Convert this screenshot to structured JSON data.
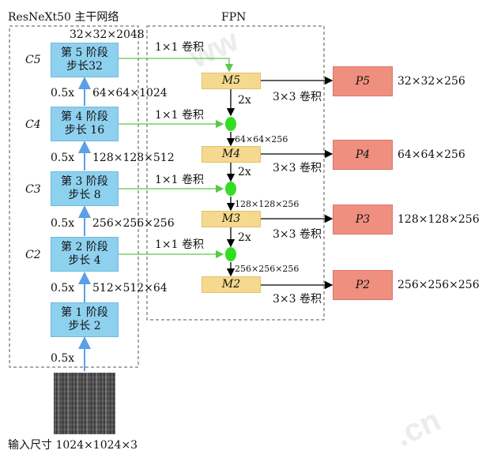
{
  "backbone": {
    "title": "ResNeXt50 主干网络",
    "input_caption": "输入尺寸 1024×1024×3",
    "stages": [
      {
        "line1": "第 5 阶段",
        "line2": "步长32",
        "label": "C5"
      },
      {
        "line1": "第 4 阶段",
        "line2": "步长 16",
        "label": "C4"
      },
      {
        "line1": "第 3 阶段",
        "line2": "步长 8",
        "label": "C3"
      },
      {
        "line1": "第 2 阶段",
        "line2": "步长 4",
        "label": "C2"
      },
      {
        "line1": "第 1 阶段",
        "line2": "步长 2",
        "label": ""
      }
    ],
    "scale_labels": [
      "0.5x",
      "0.5x",
      "0.5x",
      "0.5x",
      "0.5x"
    ],
    "feature_sizes": [
      "32×32×2048",
      "64×64×1024",
      "128×128×512",
      "256×256×256",
      "512×512×64"
    ]
  },
  "fpn": {
    "title": "FPN",
    "lateral_label": "1×1 卷积",
    "upsample_label": "2x",
    "conv_label": "3×3 卷积",
    "m_nodes": [
      "M5",
      "M4",
      "M3",
      "M2"
    ],
    "merge_sizes": [
      "64×64×256",
      "128×128×256",
      "256×256×256"
    ],
    "p_nodes": [
      "P5",
      "P4",
      "P3",
      "P2"
    ],
    "p_sizes": [
      "32×32×256",
      "64×64×256",
      "128×128×256",
      "256×256×256"
    ]
  },
  "colors": {
    "stage_fill": "#8ed1ef",
    "m_fill": "#f5d98e",
    "p_fill": "#ef8f80",
    "lateral_arrow": "#5cc84a",
    "merge_dot": "#33dd22",
    "backbone_arrow": "#5aa0e6"
  }
}
